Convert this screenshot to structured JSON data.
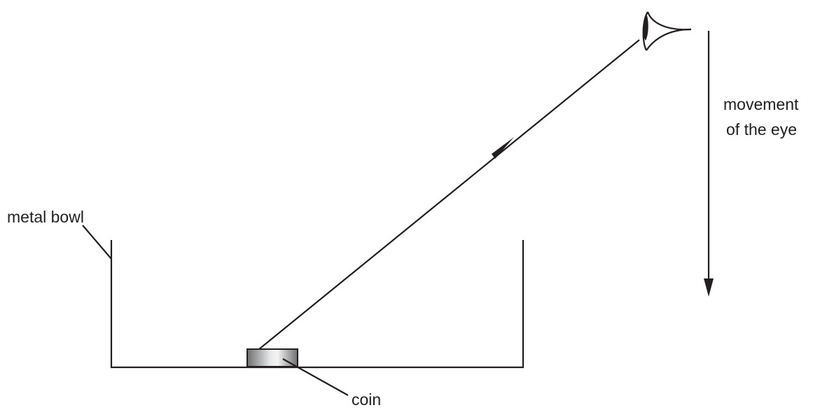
{
  "labels": {
    "bowl": "metal bowl",
    "coin": "coin",
    "movement_line1": "movement",
    "movement_line2": "of the eye"
  },
  "colors": {
    "ink": "#231f20",
    "coin_dark": "#6d6e70",
    "coin_light": "#f4f4f5"
  },
  "icons": {
    "eye": "eye-icon",
    "ray_arrow": "arrowhead-icon",
    "movement_arrow": "down-arrow-icon"
  }
}
